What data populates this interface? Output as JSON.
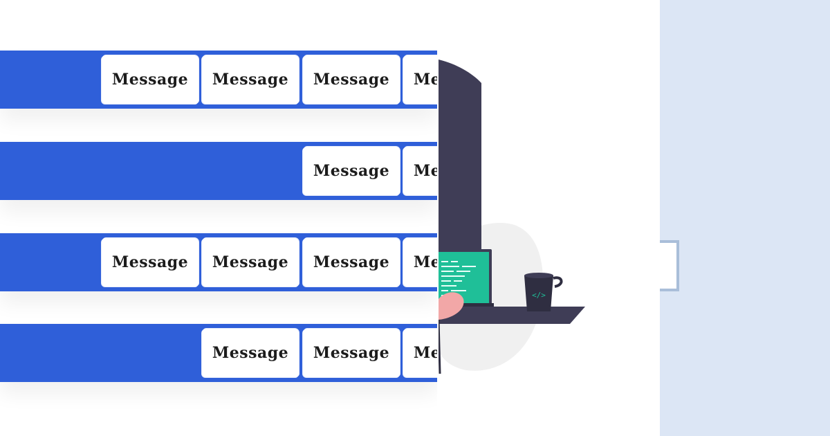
{
  "queue": {
    "rows": [
      {
        "messages": [
          "Message",
          "Message",
          "Message",
          "Message"
        ]
      },
      {
        "messages": [
          "Message",
          "Message"
        ]
      },
      {
        "messages": [
          "Message",
          "Message",
          "Message",
          "Message"
        ]
      },
      {
        "messages": [
          "Message",
          "Message",
          "Message"
        ]
      }
    ]
  },
  "illustration": {
    "mug_glyph": "</>"
  },
  "colors": {
    "queue_blue": "#2f5fd9",
    "dark_slate": "#3f3d56",
    "screen_teal": "#1fbf98",
    "panel_blue": "#dce6f5"
  }
}
